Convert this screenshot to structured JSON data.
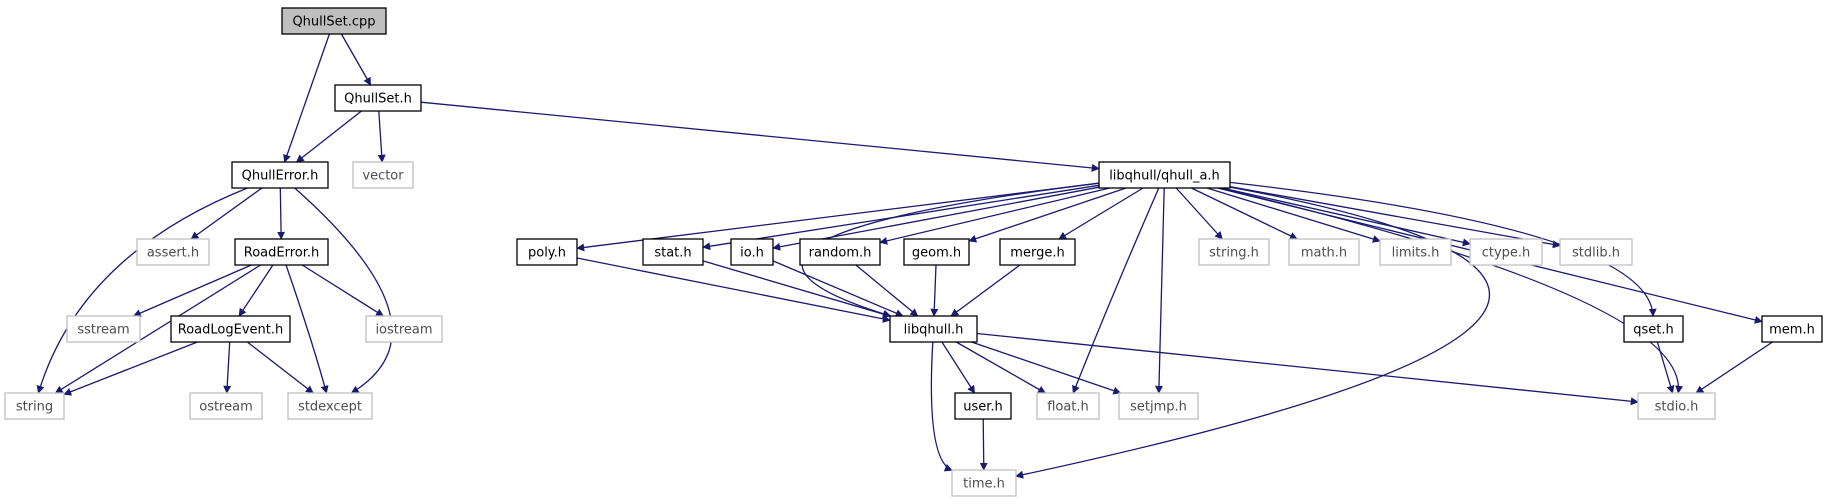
{
  "diagram": {
    "nodes": [
      {
        "id": "qhullset_cpp",
        "label": "QhullSet.cpp",
        "style": "root"
      },
      {
        "id": "qhullset_h",
        "label": "QhullSet.h",
        "style": "normal"
      },
      {
        "id": "qhullerror_h",
        "label": "QhullError.h",
        "style": "normal"
      },
      {
        "id": "vector",
        "label": "vector",
        "style": "system"
      },
      {
        "id": "qhull_a_h",
        "label": "libqhull/qhull_a.h",
        "style": "normal"
      },
      {
        "id": "assert_h",
        "label": "assert.h",
        "style": "system"
      },
      {
        "id": "roaderror_h",
        "label": "RoadError.h",
        "style": "normal"
      },
      {
        "id": "sstream",
        "label": "sstream",
        "style": "system"
      },
      {
        "id": "roadlogevent_h",
        "label": "RoadLogEvent.h",
        "style": "normal"
      },
      {
        "id": "iostream",
        "label": "iostream",
        "style": "system"
      },
      {
        "id": "string",
        "label": "string",
        "style": "system"
      },
      {
        "id": "ostream",
        "label": "ostream",
        "style": "system"
      },
      {
        "id": "stdexcept",
        "label": "stdexcept",
        "style": "system"
      },
      {
        "id": "poly_h",
        "label": "poly.h",
        "style": "normal"
      },
      {
        "id": "stat_h",
        "label": "stat.h",
        "style": "normal"
      },
      {
        "id": "io_h",
        "label": "io.h",
        "style": "normal"
      },
      {
        "id": "random_h",
        "label": "random.h",
        "style": "normal"
      },
      {
        "id": "geom_h",
        "label": "geom.h",
        "style": "normal"
      },
      {
        "id": "merge_h",
        "label": "merge.h",
        "style": "normal"
      },
      {
        "id": "string_h",
        "label": "string.h",
        "style": "system"
      },
      {
        "id": "math_h",
        "label": "math.h",
        "style": "system"
      },
      {
        "id": "limits_h",
        "label": "limits.h",
        "style": "system"
      },
      {
        "id": "ctype_h",
        "label": "ctype.h",
        "style": "system"
      },
      {
        "id": "stdlib_h",
        "label": "stdlib.h",
        "style": "system"
      },
      {
        "id": "libqhull_h",
        "label": "libqhull.h",
        "style": "normal"
      },
      {
        "id": "qset_h",
        "label": "qset.h",
        "style": "normal"
      },
      {
        "id": "mem_h",
        "label": "mem.h",
        "style": "normal"
      },
      {
        "id": "user_h",
        "label": "user.h",
        "style": "normal"
      },
      {
        "id": "float_h",
        "label": "float.h",
        "style": "system"
      },
      {
        "id": "setjmp_h",
        "label": "setjmp.h",
        "style": "system"
      },
      {
        "id": "stdio_h",
        "label": "stdio.h",
        "style": "system"
      },
      {
        "id": "time_h",
        "label": "time.h",
        "style": "system"
      }
    ],
    "edges": [
      [
        "qhullset_cpp",
        "qhullset_h"
      ],
      [
        "qhullset_cpp",
        "qhullerror_h"
      ],
      [
        "qhullset_h",
        "qhullerror_h"
      ],
      [
        "qhullset_h",
        "vector"
      ],
      [
        "qhullset_h",
        "qhull_a_h"
      ],
      [
        "qhullerror_h",
        "assert_h"
      ],
      [
        "qhullerror_h",
        "roaderror_h"
      ],
      [
        "qhullerror_h",
        "string"
      ],
      [
        "qhullerror_h",
        "stdexcept"
      ],
      [
        "roaderror_h",
        "string"
      ],
      [
        "roaderror_h",
        "sstream"
      ],
      [
        "roaderror_h",
        "roadlogevent_h"
      ],
      [
        "roaderror_h",
        "iostream"
      ],
      [
        "roaderror_h",
        "stdexcept"
      ],
      [
        "roadlogevent_h",
        "string"
      ],
      [
        "roadlogevent_h",
        "ostream"
      ],
      [
        "roadlogevent_h",
        "stdexcept"
      ],
      [
        "qhull_a_h",
        "poly_h"
      ],
      [
        "qhull_a_h",
        "stat_h"
      ],
      [
        "qhull_a_h",
        "io_h"
      ],
      [
        "qhull_a_h",
        "random_h"
      ],
      [
        "qhull_a_h",
        "geom_h"
      ],
      [
        "qhull_a_h",
        "merge_h"
      ],
      [
        "qhull_a_h",
        "libqhull_h"
      ],
      [
        "qhull_a_h",
        "string_h"
      ],
      [
        "qhull_a_h",
        "math_h"
      ],
      [
        "qhull_a_h",
        "limits_h"
      ],
      [
        "qhull_a_h",
        "ctype_h"
      ],
      [
        "qhull_a_h",
        "stdlib_h"
      ],
      [
        "qhull_a_h",
        "qset_h"
      ],
      [
        "qhull_a_h",
        "mem_h"
      ],
      [
        "qhull_a_h",
        "float_h"
      ],
      [
        "qhull_a_h",
        "setjmp_h"
      ],
      [
        "qhull_a_h",
        "stdio_h"
      ],
      [
        "qhull_a_h",
        "time_h"
      ],
      [
        "poly_h",
        "libqhull_h"
      ],
      [
        "stat_h",
        "libqhull_h"
      ],
      [
        "io_h",
        "libqhull_h"
      ],
      [
        "random_h",
        "libqhull_h"
      ],
      [
        "geom_h",
        "libqhull_h"
      ],
      [
        "merge_h",
        "libqhull_h"
      ],
      [
        "libqhull_h",
        "user_h"
      ],
      [
        "libqhull_h",
        "float_h"
      ],
      [
        "libqhull_h",
        "setjmp_h"
      ],
      [
        "libqhull_h",
        "stdio_h"
      ],
      [
        "libqhull_h",
        "time_h"
      ],
      [
        "user_h",
        "time_h"
      ],
      [
        "qset_h",
        "stdio_h"
      ],
      [
        "mem_h",
        "stdio_h"
      ]
    ]
  },
  "colors": {
    "edge": "#191970",
    "root_fill": "#bfbfbf",
    "node_border": "#000000",
    "system_border": "#bfbfbf",
    "system_text": "#4d4d4d",
    "node_text": "#000000"
  }
}
